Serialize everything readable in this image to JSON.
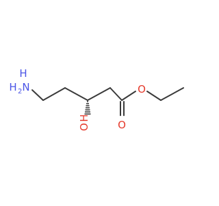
{
  "molecule": {
    "atoms": {
      "amino_n": "N",
      "amino_h": "H",
      "amino_h2": "2",
      "hydroxyl_o": "O",
      "hydroxyl_h": "H",
      "ester_o": "O",
      "carbonyl_o": "O"
    },
    "colors": {
      "bond": "#3a3a3a",
      "nitrogen": "#4a54e6",
      "oxygen": "#e53a2c"
    }
  }
}
